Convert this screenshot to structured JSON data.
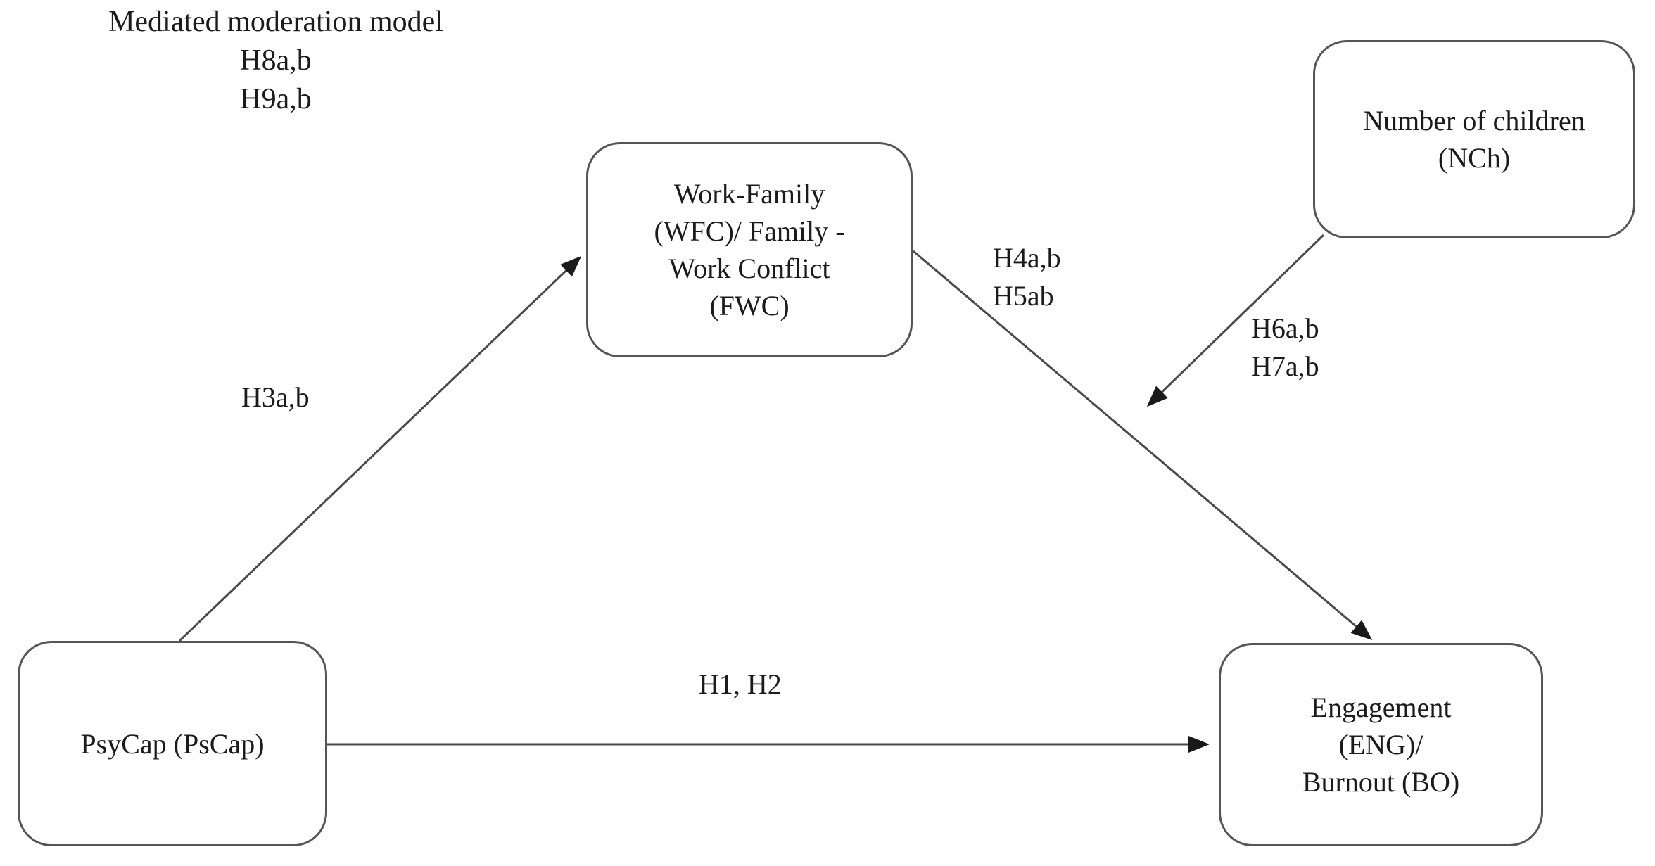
{
  "figure": {
    "annotation": "Mediated moderation model\nH8a,b\nH9a,b"
  },
  "nodes": {
    "psycap": {
      "label": "PsyCap (PsCap)"
    },
    "wfc_fwc": {
      "label": "Work-Family\n(WFC)/ Family -\nWork Conflict\n(FWC)"
    },
    "number_of_children": {
      "label": "Number of children\n(NCh)"
    },
    "engagement_burnout": {
      "label": "Engagement\n(ENG)/\nBurnout (BO)"
    }
  },
  "edges": {
    "psycap_to_engagement": {
      "label": "H1, H2"
    },
    "psycap_to_wfc": {
      "label": "H3a,b"
    },
    "wfc_to_engagement": {
      "label": "H4a,b\nH5ab"
    },
    "children_moderation": {
      "label": "H6a,b\nH7a,b"
    }
  },
  "colors": {
    "background": "#ffffff",
    "box_border": "#555555",
    "arrow": "#4a4a4a",
    "arrow_head": "#1a1a1a",
    "text": "#1b1b1b"
  }
}
